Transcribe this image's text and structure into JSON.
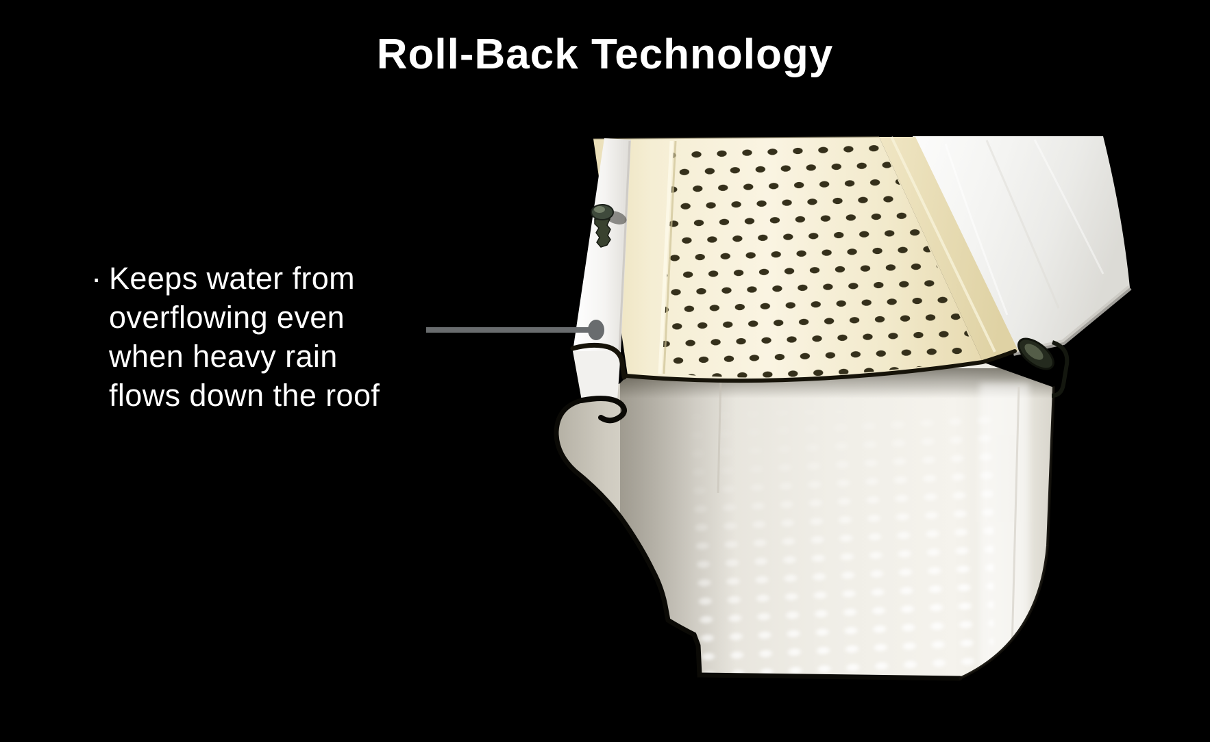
{
  "page": {
    "title": "Roll-Back Technology",
    "background_color": "#000000",
    "title_color": "#ffffff"
  },
  "annotation": {
    "bullet": "·",
    "text": "Keeps water from overflowing even when heavy rain flows down the roof",
    "lines": [
      "Keeps water from",
      "overflowing even",
      "when heavy rain",
      "flows down the roof"
    ],
    "text_color": "#ffffff"
  },
  "callout": {
    "leader_color": "#696c6e",
    "points_to": "roll-back-lip"
  },
  "figure": {
    "parts": [
      "fascia-strip",
      "screw",
      "perforated-gutter-guard",
      "roll-back-lip",
      "clip-hardware",
      "gutter",
      "textured-end-cap"
    ]
  },
  "colors": {
    "background": "#000000",
    "text": "#ffffff",
    "leader": "#696c6e",
    "guard_cream": "#f5eed4",
    "hole": "#35301b",
    "gutter_white": "#f0eee7",
    "outline": "#0b0a06"
  }
}
